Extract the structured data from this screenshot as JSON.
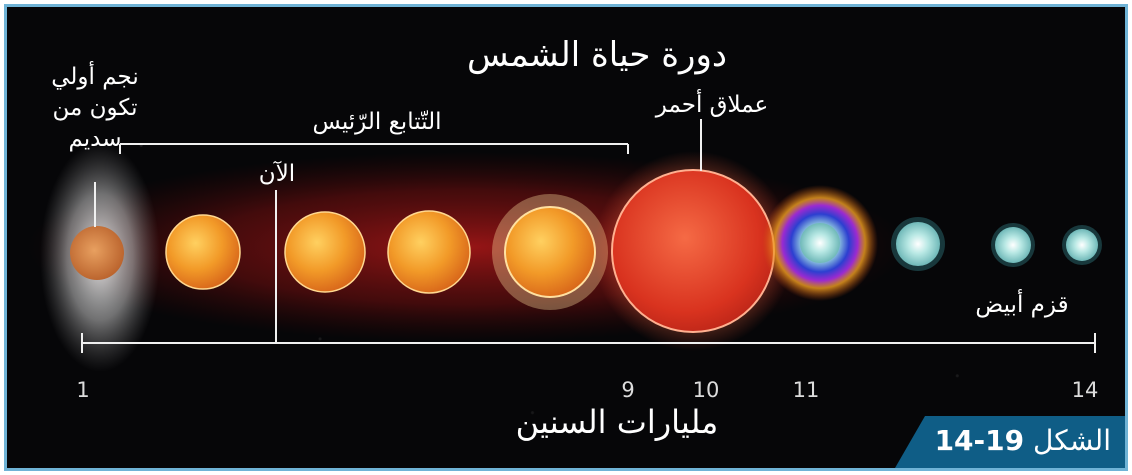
{
  "title": "دورة حياة الشمس",
  "x_axis_label": "مليارات السنين",
  "stage_labels": {
    "protostar_line1": "نجم أولي",
    "protostar_line2": "تكون من",
    "protostar_line3": "سديم",
    "main_sequence": "التّتابع الرّئيس",
    "now": "الآن",
    "red_giant": "عملاق أحمر",
    "white_dwarf": "قزم أبيض"
  },
  "axis_ticks": [
    "1",
    "9",
    "10",
    "11",
    "14"
  ],
  "figure_label": {
    "prefix": "الشكل",
    "number": "19-14"
  },
  "stars": [
    {
      "stage": "protostar",
      "color": "#d98a4a"
    },
    {
      "stage": "main-sequence",
      "color": "#f0a030"
    },
    {
      "stage": "main-sequence",
      "color": "#f0a030"
    },
    {
      "stage": "main-sequence",
      "color": "#f0a030"
    },
    {
      "stage": "main-sequence",
      "color": "#f0a030"
    },
    {
      "stage": "red-giant",
      "color": "#e0402a"
    },
    {
      "stage": "planetary-nebula",
      "color": "#8fd0d8"
    },
    {
      "stage": "white-dwarf",
      "color": "#9fd8d8"
    },
    {
      "stage": "white-dwarf",
      "color": "#9fd8d8"
    },
    {
      "stage": "white-dwarf",
      "color": "#9fd8d8"
    }
  ]
}
